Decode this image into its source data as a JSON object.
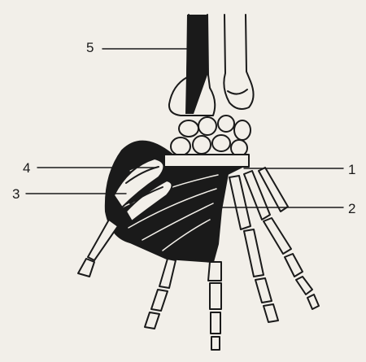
{
  "labels": {
    "l1": "1",
    "l2": "2",
    "l3": "3",
    "l4": "4",
    "l5": "5"
  },
  "colors": {
    "paper": "#f2efe9",
    "ink": "#1a1a1a"
  }
}
